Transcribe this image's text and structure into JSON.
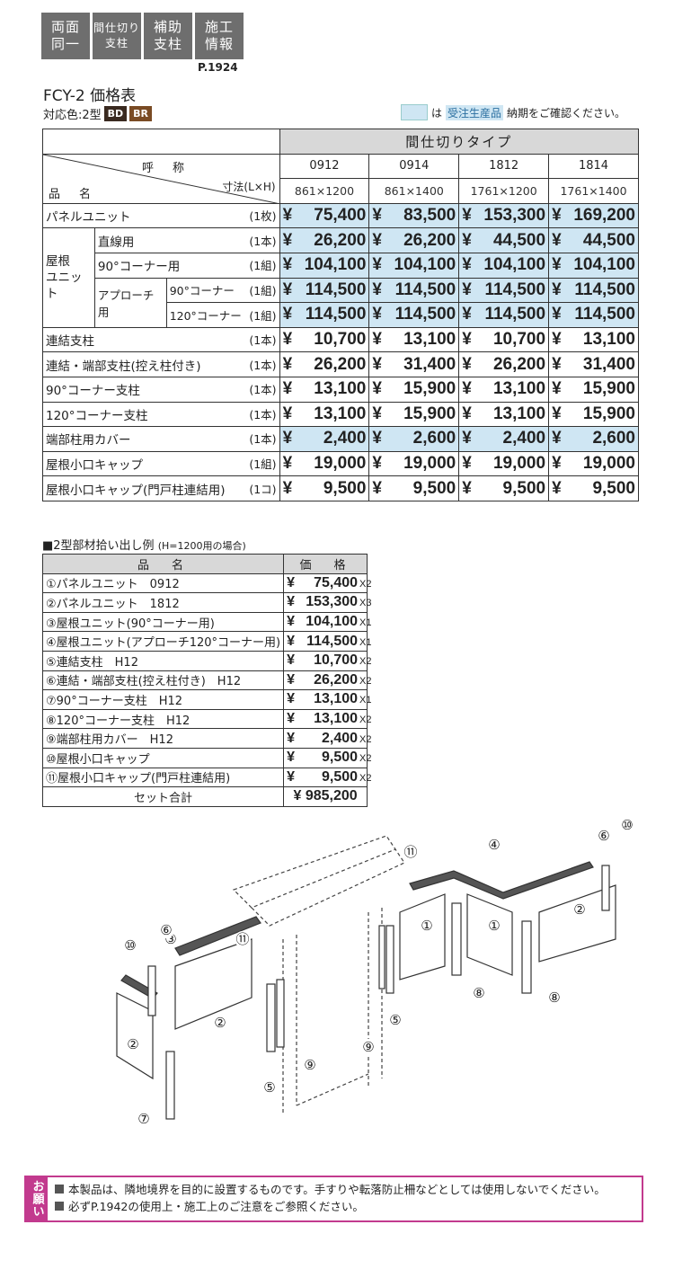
{
  "tabs": [
    "両面\n同一",
    "間仕切り\n支柱",
    "補助\n支柱",
    "施工\n情報"
  ],
  "page_ref": "P.1924",
  "title": "FCY-2 価格表",
  "colors_label": "対応色:2型",
  "color_chips": [
    {
      "label": "BD",
      "color": "#3a2a20"
    },
    {
      "label": "BR",
      "color": "#7a4b24"
    }
  ],
  "legend": {
    "prefix": "は",
    "highlight": "受注生産品",
    "suffix": "納期をご確認ください。"
  },
  "main_table": {
    "header": "間仕切りタイプ",
    "name_label": "呼　称",
    "item_label": "品　名",
    "dim_label": "寸法(L×H)",
    "codes": [
      "0912",
      "0914",
      "1812",
      "1814"
    ],
    "dims": [
      "861×1200",
      "861×1400",
      "1761×1200",
      "1761×1400"
    ],
    "group_roof": "屋根\nユニット",
    "approach": "アプローチ用",
    "rows": [
      {
        "name": "パネルユニット",
        "unit": "(1枚)",
        "prices": [
          "75,400",
          "83,500",
          "153,300",
          "169,200"
        ],
        "blue": true
      },
      {
        "name": "直線用",
        "unit": "(1本)",
        "prices": [
          "26,200",
          "26,200",
          "44,500",
          "44,500"
        ],
        "blue": true
      },
      {
        "name": "90°コーナー用",
        "unit": "(1組)",
        "prices": [
          "104,100",
          "104,100",
          "104,100",
          "104,100"
        ],
        "blue": true
      },
      {
        "name": "90°コーナー",
        "unit": "(1組)",
        "prices": [
          "114,500",
          "114,500",
          "114,500",
          "114,500"
        ],
        "blue": true
      },
      {
        "name": "120°コーナー",
        "unit": "(1組)",
        "prices": [
          "114,500",
          "114,500",
          "114,500",
          "114,500"
        ],
        "blue": true
      },
      {
        "name": "連結支柱",
        "unit": "(1本)",
        "prices": [
          "10,700",
          "13,100",
          "10,700",
          "13,100"
        ],
        "blue": false
      },
      {
        "name": "連結・端部支柱(控え柱付き)",
        "unit": "(1本)",
        "prices": [
          "26,200",
          "31,400",
          "26,200",
          "31,400"
        ],
        "blue": false
      },
      {
        "name": "90°コーナー支柱",
        "unit": "(1本)",
        "prices": [
          "13,100",
          "15,900",
          "13,100",
          "15,900"
        ],
        "blue": false
      },
      {
        "name": "120°コーナー支柱",
        "unit": "(1本)",
        "prices": [
          "13,100",
          "15,900",
          "13,100",
          "15,900"
        ],
        "blue": false
      },
      {
        "name": "端部柱用カバー",
        "unit": "(1本)",
        "prices": [
          "2,400",
          "2,600",
          "2,400",
          "2,600"
        ],
        "blue": true
      },
      {
        "name": "屋根小口キャップ",
        "unit": "(1組)",
        "prices": [
          "19,000",
          "19,000",
          "19,000",
          "19,000"
        ],
        "blue": false
      },
      {
        "name": "屋根小口キャップ(門戸柱連結用)",
        "unit": "(1コ)",
        "prices": [
          "9,500",
          "9,500",
          "9,500",
          "9,500"
        ],
        "blue": false
      }
    ],
    "yen": "¥"
  },
  "section2": {
    "title": "■2型部材拾い出し例",
    "note": "(H=1200用の場合)"
  },
  "pick_table": {
    "col_name": "品　名",
    "col_price": "価　格",
    "rows": [
      {
        "name": "①パネルユニット　0912",
        "price": "75,400",
        "qty": "X2"
      },
      {
        "name": "②パネルユニット　1812",
        "price": "153,300",
        "qty": "X3"
      },
      {
        "name": "③屋根ユニット(90°コーナー用)",
        "price": "104,100",
        "qty": "X1"
      },
      {
        "name": "④屋根ユニット(アプローチ120°コーナー用)",
        "price": "114,500",
        "qty": "X1"
      },
      {
        "name": "⑤連結支柱　H12",
        "price": "10,700",
        "qty": "X2"
      },
      {
        "name": "⑥連結・端部支柱(控え柱付き)　H12",
        "price": "26,200",
        "qty": "X2"
      },
      {
        "name": "⑦90°コーナー支柱　H12",
        "price": "13,100",
        "qty": "X1"
      },
      {
        "name": "⑧120°コーナー支柱　H12",
        "price": "13,100",
        "qty": "X2"
      },
      {
        "name": "⑨端部柱用カバー　H12",
        "price": "2,400",
        "qty": "X2"
      },
      {
        "name": "⑩屋根小口キャップ",
        "price": "9,500",
        "qty": "X2"
      },
      {
        "name": "⑪屋根小口キャップ(門戸柱連結用)",
        "price": "9,500",
        "qty": "X2"
      }
    ],
    "total_label": "セット合計",
    "total": "¥ 985,200"
  },
  "diagram_labels": [
    "①",
    "②",
    "③",
    "④",
    "⑤",
    "⑥",
    "⑦",
    "⑧",
    "⑨",
    "⑩",
    "⑪"
  ],
  "notice": {
    "label": "お願い",
    "lines": [
      "本製品は、隣地境界を目的に設置するものです。手すりや転落防止柵などとしては使用しないでください。",
      "必ずP.1942の使用上・施工上のご注意をご参照ください。"
    ]
  }
}
